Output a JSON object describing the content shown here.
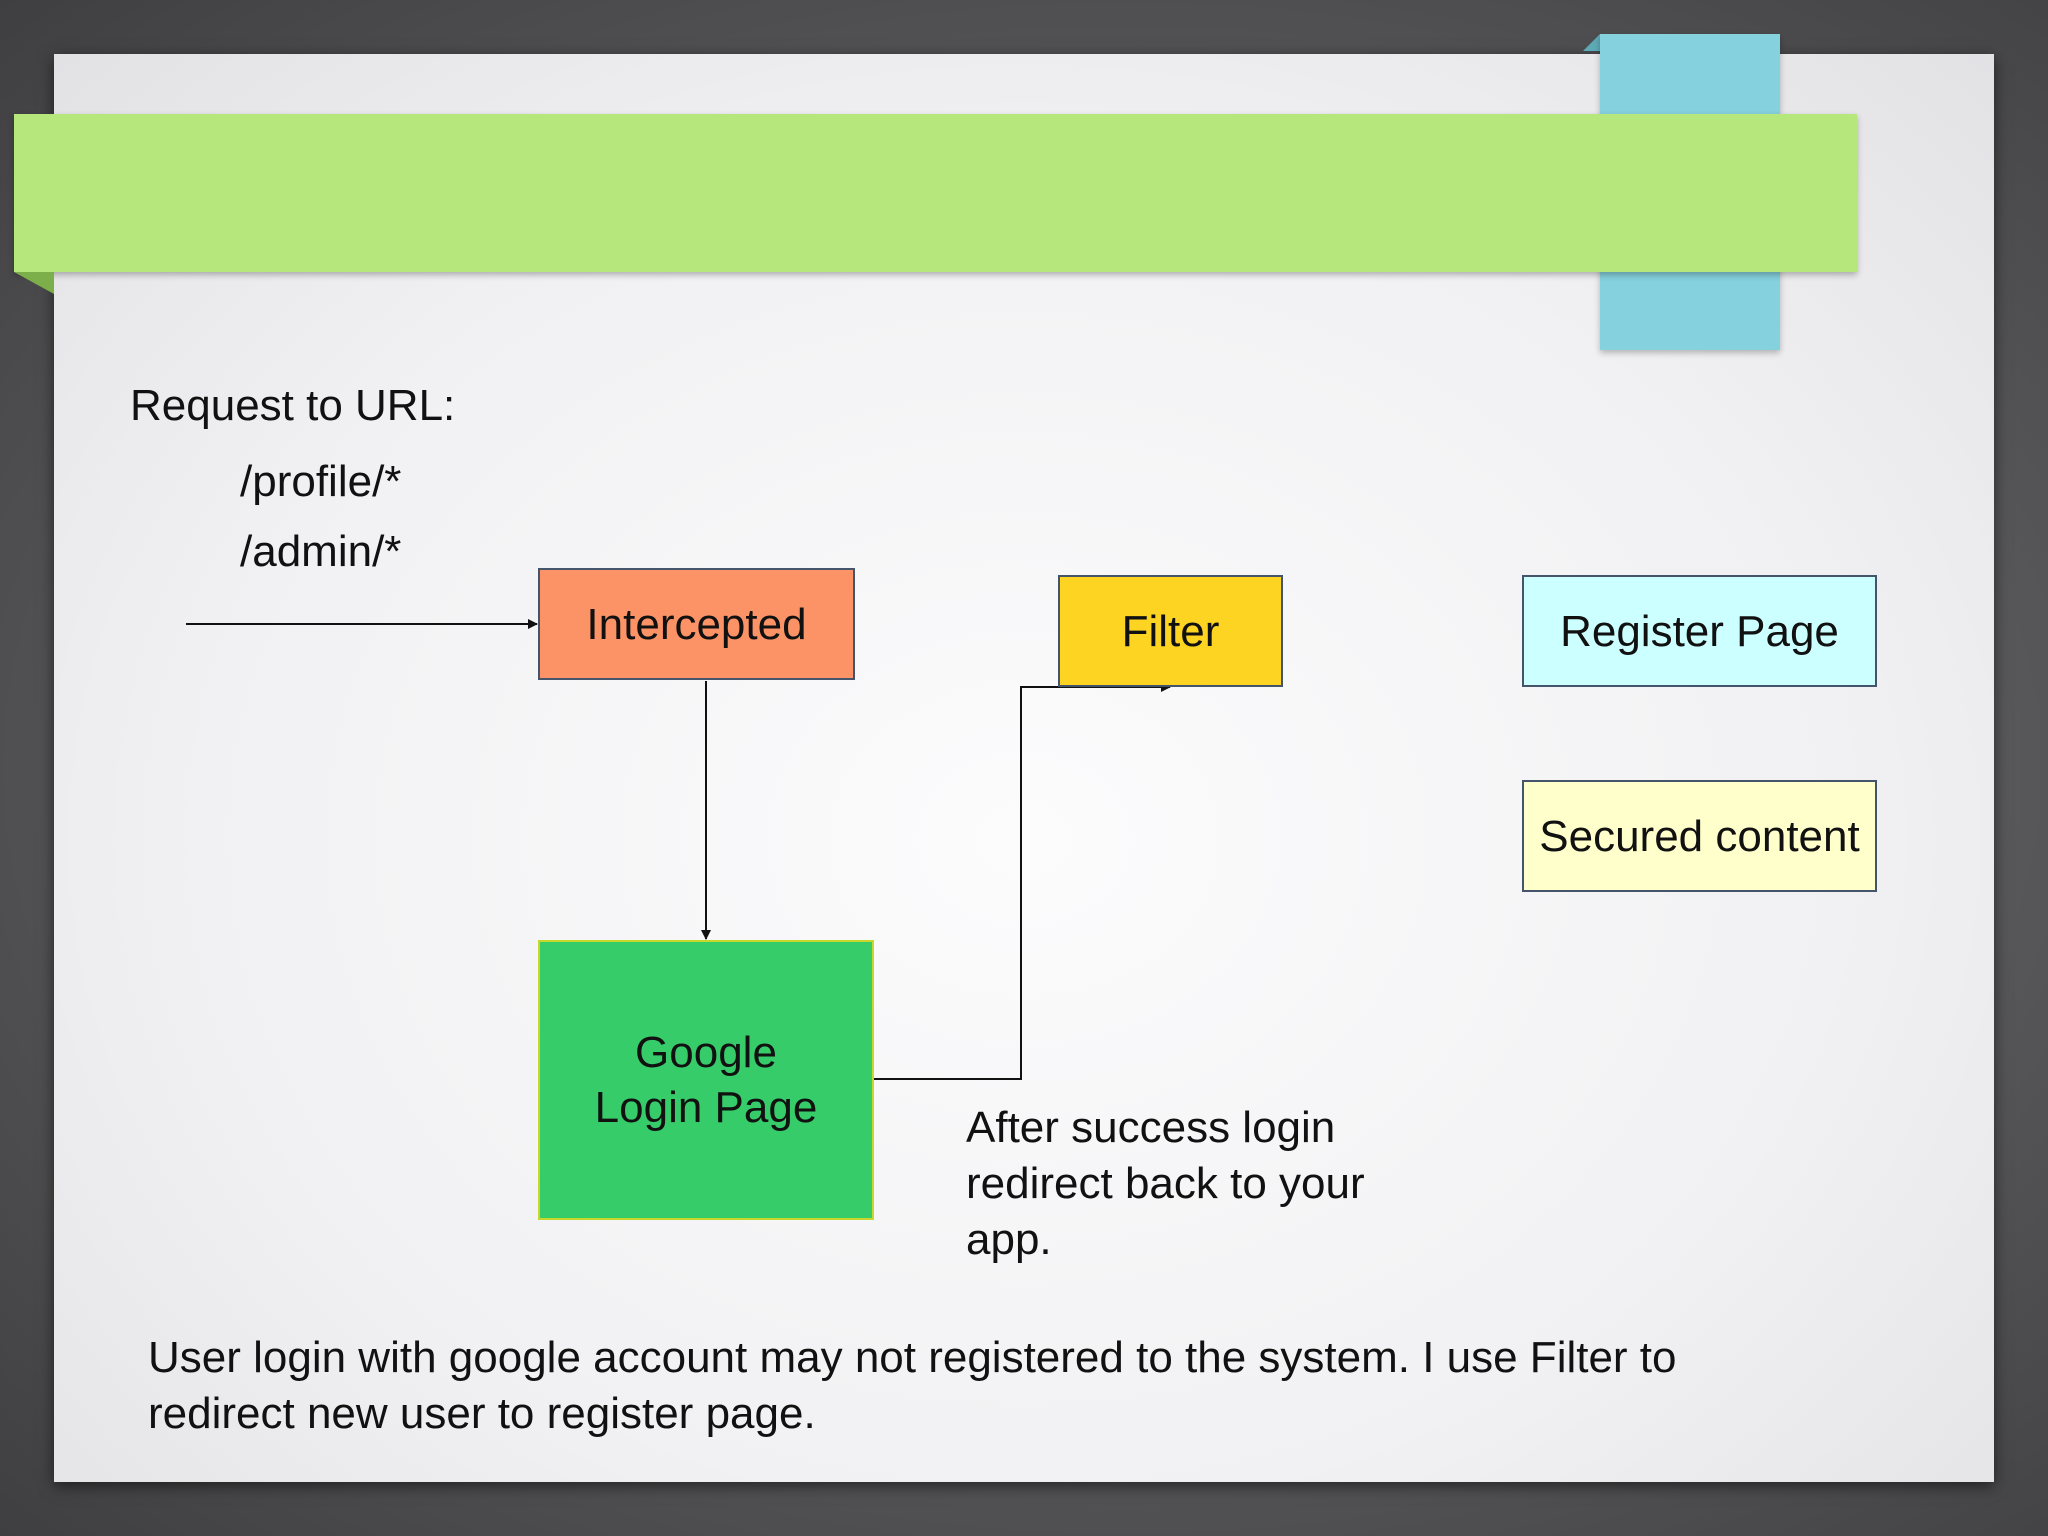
{
  "request": {
    "heading": "Request to URL:",
    "paths": [
      "/profile/*",
      "/admin/*"
    ]
  },
  "nodes": {
    "intercepted": "Intercepted",
    "filter": "Filter",
    "google_login": [
      "Google",
      "Login Page"
    ],
    "register_page": "Register Page",
    "secured_content": "Secured content"
  },
  "annotation": [
    "After success login",
    "redirect back to your",
    "app."
  ],
  "footer": [
    "User login with google account may not registered to the system. I use Filter to",
    "redirect new user to register page."
  ],
  "colors": {
    "intercepted": "#fc9366",
    "filter": "#fdd421",
    "google_login": "#36cc6a",
    "register_page": "#ccffff",
    "secured_content": "#ffffcc",
    "title_band": "#b5e77d",
    "accent_tab": "#86d1de"
  }
}
